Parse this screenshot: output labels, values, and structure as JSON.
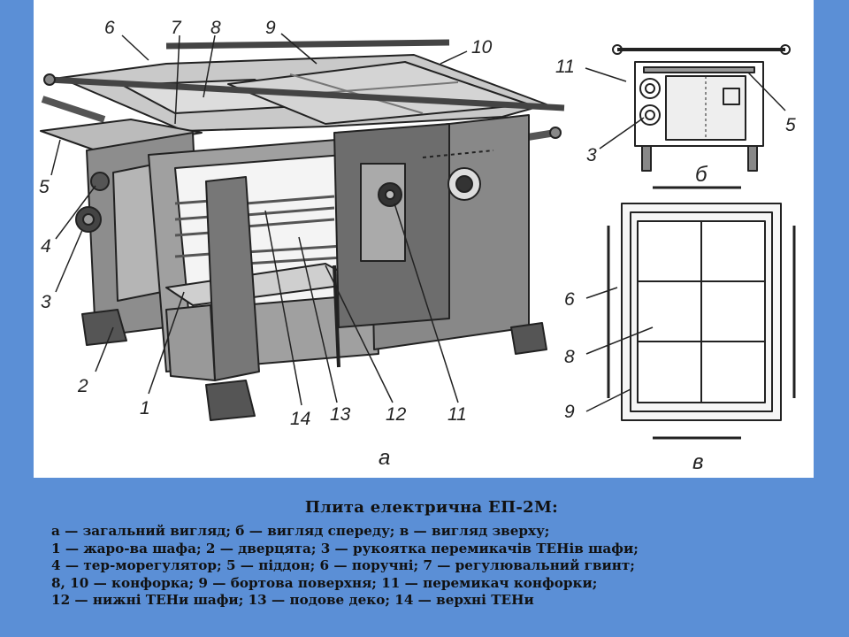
{
  "figure": {
    "labels_main": [
      "1",
      "2",
      "3",
      "4",
      "5",
      "6",
      "7",
      "8",
      "9",
      "10",
      "11",
      "12",
      "13",
      "14"
    ],
    "labels_front": [
      "11",
      "3",
      "5"
    ],
    "labels_top": [
      "6",
      "8",
      "9"
    ],
    "view_letters": {
      "a": "а",
      "b": "б",
      "v": "в"
    }
  },
  "caption": {
    "title": "Плита електрична ЕП-2М:",
    "lines": [
      "а — загальний вигляд; б — вигляд спереду; в — вигляд зверху;",
      "1 — жаро-ва шафа; 2 — дверцята; 3 — рукоятка перемикачів ТЕНів шафи;",
      "4 — тер-морегулятор; 5 — піддон; 6 — поручні; 7 — регулювальний гвинт;",
      "8, 10 — конфорка; 9 — бортова поверхня; 11 — перемикач конфорки;",
      "12 — нижні ТЕНи шафи; 13 — подове деко; 14 — верхні ТЕНи"
    ]
  }
}
